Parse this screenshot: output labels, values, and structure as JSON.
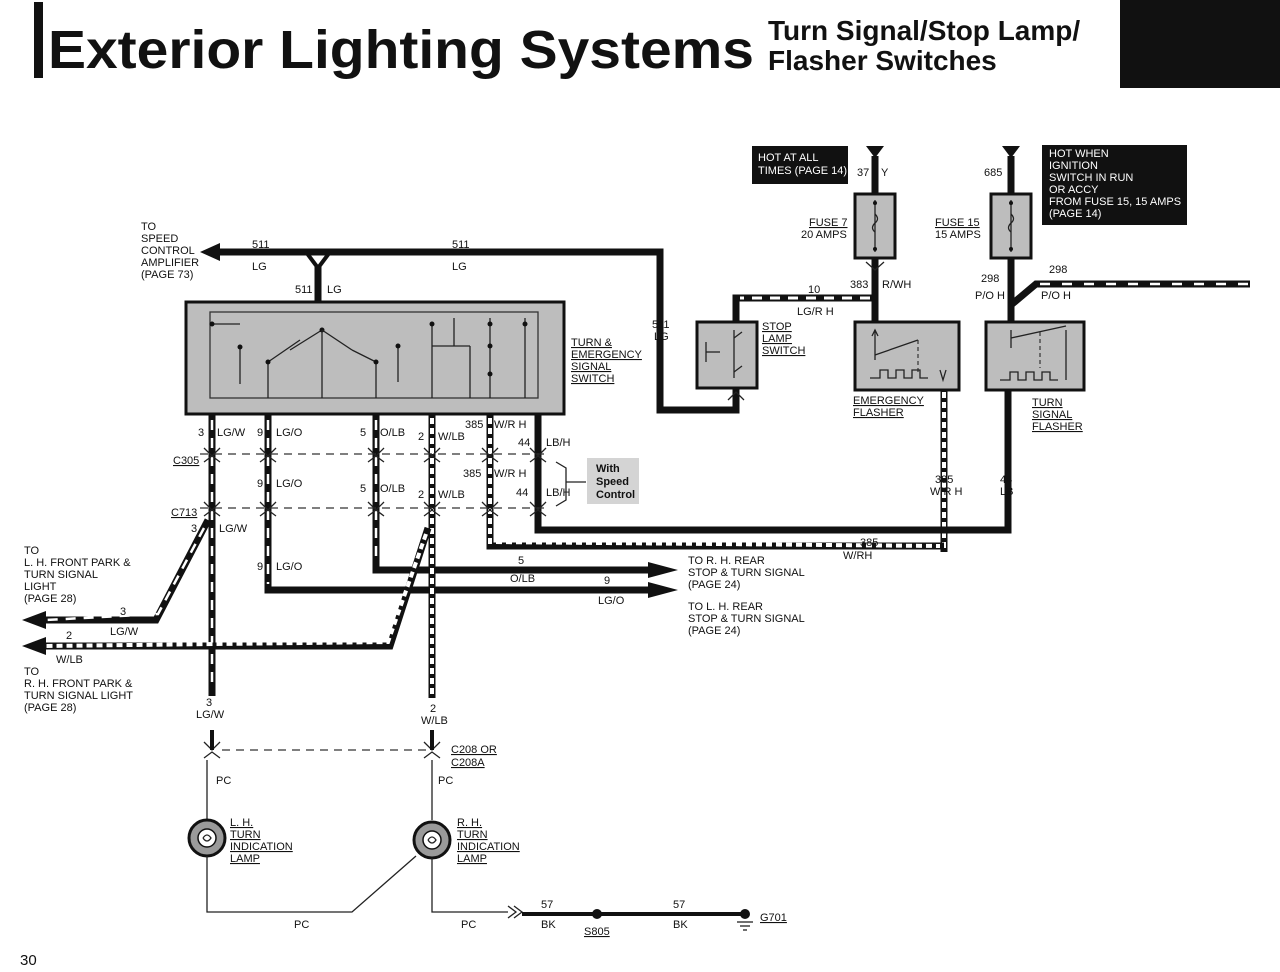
{
  "header": {
    "title": "Exterior Lighting Systems",
    "subtitle_line1": "Turn Signal/Stop Lamp/",
    "subtitle_line2": "Flasher Switches"
  },
  "page_number": "30",
  "notes": {
    "hot_at_all_times": [
      "HOT AT ALL",
      "TIMES (PAGE 14)"
    ],
    "hot_when": [
      "HOT WHEN",
      "IGNITION",
      "SWITCH IN RUN",
      "OR ACCY",
      "FROM FUSE 15, 15 AMPS",
      "(PAGE 14)"
    ],
    "to_speed_control": [
      "TO",
      "SPEED",
      "CONTROL",
      "AMPLIFIER",
      "(PAGE 73)"
    ],
    "to_lh_front": [
      "TO",
      "L. H. FRONT PARK &",
      "TURN SIGNAL",
      "LIGHT",
      "(PAGE 28)"
    ],
    "to_rh_front": [
      "TO",
      "R. H. FRONT PARK &",
      "TURN SIGNAL LIGHT",
      "(PAGE 28)"
    ],
    "to_rh_rear": [
      "TO R. H. REAR",
      "STOP & TURN SIGNAL",
      "(PAGE 24)"
    ],
    "to_lh_rear": [
      "TO L. H. REAR",
      "STOP & TURN SIGNAL",
      "(PAGE 24)"
    ],
    "with_speed_control": [
      "With",
      "Speed",
      "Control"
    ]
  },
  "components": {
    "fuse7": [
      "FUSE 7",
      "20 AMPS"
    ],
    "fuse15": [
      "FUSE 15",
      "15 AMPS"
    ],
    "stop_lamp_switch": [
      "STOP",
      "LAMP",
      "SWITCH"
    ],
    "turn_emergency_switch": [
      "TURN &",
      "EMERGENCY",
      "SIGNAL",
      "SWITCH"
    ],
    "emergency_flasher": [
      "EMERGENCY",
      "FLASHER"
    ],
    "turn_signal_flasher": [
      "TURN",
      "SIGNAL",
      "FLASHER"
    ],
    "lh_lamp": [
      "L. H.",
      "TURN",
      "INDICATION",
      "LAMP"
    ],
    "rh_lamp": [
      "R. H.",
      "TURN",
      "INDICATION",
      "LAMP"
    ]
  },
  "connectors": {
    "c305": "C305",
    "c713": "C713",
    "c208": [
      "C208 OR",
      "C208A"
    ],
    "s805": "S805",
    "g701": "G701"
  },
  "wires": {
    "w511_left_num": "511",
    "w511_left_col": "LG",
    "w511_mid_num": "511",
    "w511_mid_col": "LG",
    "w511_drop_num": "511",
    "w511_drop_col": "LG",
    "w511_right_num": "511",
    "w511_right_col": "LG",
    "w37_num": "37",
    "w37_col": "Y",
    "w685_num": "685",
    "w383_num": "383",
    "w383_col": "R/WH",
    "w10_num": "10",
    "w10_col": "LG/R H",
    "w298_num": "298",
    "w298_col": "P/O H",
    "w298r_num": "298",
    "w298r_col": "P/O H",
    "w3_num": "3",
    "w3_col": "LG/W",
    "w9_num": "9",
    "w9_col": "LG/O",
    "w5_num": "5",
    "w5_col": "O/LB",
    "w2_num": "2",
    "w2_col": "W/LB",
    "w385_num": "385",
    "w385_col": "W/R H",
    "w44_num": "44",
    "w44_col": "LB/H",
    "w9b_num": "9",
    "w9b_col": "LG/O",
    "w5b_num": "5",
    "w5b_col": "O/LB",
    "w2b_num": "2",
    "w2b_col": "W/LB",
    "w385b_num": "385",
    "w385b_col": "W/R H",
    "w44b_num": "44",
    "w44b_col": "LB/H",
    "w3c_num": "3",
    "w3c_col": "LG/W",
    "w9c_num": "9",
    "w9c_col": "LG/O",
    "w385f_num": "385",
    "w385f_col": "W/R H",
    "w44f_num": "44",
    "w44f_col": "LB",
    "w385g_num": "385",
    "w385g_col": "W/RH",
    "w5r_num": "5",
    "w5r_col": "O/LB",
    "w9r_num": "9",
    "w9r_col": "LG/O",
    "w3l_num": "3",
    "w3l_col": "LG/W",
    "w2l_num": "2",
    "w2l_col": "W/LB",
    "w3d_num": "3",
    "w3d_col": "LG/W",
    "w2d_num": "2",
    "w2d_col": "W/LB",
    "pc1": "PC",
    "pc2": "PC",
    "pc3": "PC",
    "pc4": "PC",
    "w57a_num": "57",
    "w57a_col": "BK",
    "w57b_num": "57",
    "w57b_col": "BK"
  }
}
